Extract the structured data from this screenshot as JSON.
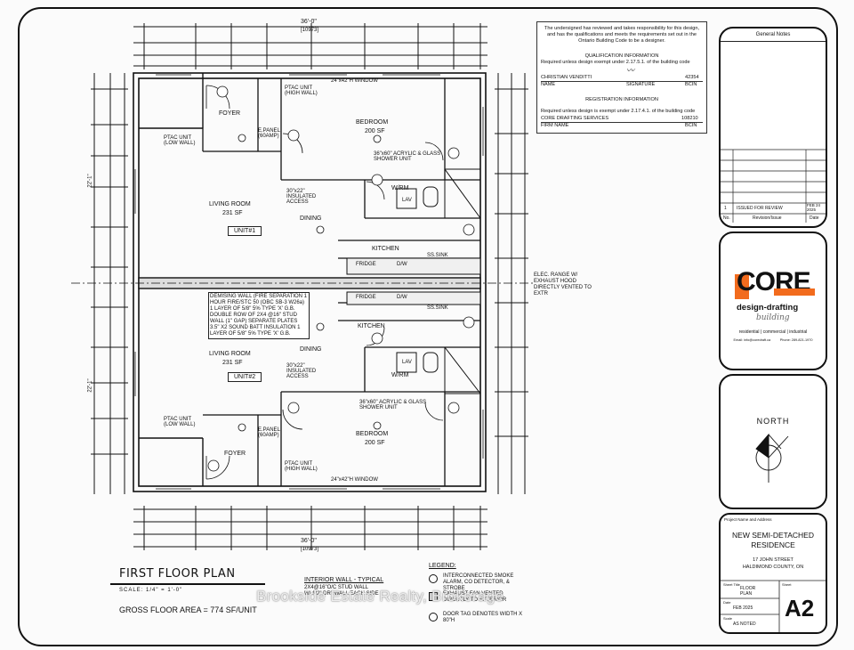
{
  "designer": {
    "statement": "The undersigned has reviewed and takes responsibility for this design, and has the qualifications and meets the requirements set out in the Ontario Building Code to be a designer.",
    "qualification_heading": "QUALIFICATION INFORMATION",
    "qualification_line": "Required unless design exempt under 2.17.5.1. of the building code",
    "name_value": "CHRISTIAN VENDITTI",
    "bcin_value": "42354",
    "name_label": "NAME",
    "signature_label": "SIGNATURE",
    "bcin_label": "BCIN",
    "registration_heading": "REGISTRATION INFORMATION",
    "registration_line": "Required unless design is exempt under 2.17.4.1. of the building code",
    "firm_value": "CORE DRAFTING SERVICES",
    "firm_bcin_value": "108210",
    "firm_label": "FIRM NAME",
    "firm_bcin_label": "BCIN"
  },
  "title_block": {
    "general_notes": "General Notes",
    "revision_no": "1",
    "revision_text": "ISSUED FOR REVIEW",
    "revision_date": "FEB 24 2025",
    "col_no": "No.",
    "col_revision": "Revision/Issue",
    "col_date": "Date",
    "logo_main": "CORE",
    "logo_sub": "design-drafting",
    "logo_building": "building",
    "logo_tags": "residential | commercial | industrial",
    "logo_contact": "Email: info@coredraft.ca          Phone: 289-821-1970",
    "north_label": "NORTH",
    "project_label": "Project Name and Address",
    "project_name": "NEW SEMI-DETACHED RESIDENCE",
    "street": "17 JOHN STREET",
    "city": "HALDIMOND COUNTY, ON",
    "sheet_title_label": "Sheet Title",
    "sheet_title": "FLOOR PLAN",
    "sheet_label": "Sheet",
    "sheet_number": "A2",
    "date_label": "Date",
    "date_value": "FEB 2025",
    "scale_label": "Scale",
    "scale_value": "AS NOTED"
  },
  "plan": {
    "title": "FIRST FLOOR PLAN",
    "scale": "SCALE: 1/4\" = 1'-0\"",
    "gross_area": "GROSS FLOOR AREA = 774 SF/UNIT",
    "overall_width": "36'-0\"",
    "overall_width_mm": "[10973]",
    "half_depth": "22'-1\"",
    "unit1": {
      "living": "LIVING ROOM",
      "living_sf": "231 SF",
      "unit": "UNIT#1",
      "dining": "DINING",
      "kitchen": "KITCHEN",
      "bedroom": "BEDROOM",
      "bedroom_sf": "200 SF",
      "foyer": "FOYER",
      "wr": "W/RM",
      "shower": "36\"x60\" ACRYLIC & GLASS SHOWER UNIT",
      "ptac": "PTAC UNIT (LOW WALL)",
      "ptac_high": "PTAC UNIT (HIGH WALL)",
      "epanel": "E.PANEL (60AMP)",
      "attic": "30\"x22\" INSULATED ACCESS",
      "window": "24\"x42\"H WINDOW",
      "fridge": "FRIDGE",
      "dw": "D/W",
      "sink": "SS.SINK",
      "lav": "LAV"
    },
    "unit2": {
      "living": "LIVING ROOM",
      "living_sf": "231 SF",
      "unit": "UNIT#2",
      "dining": "DINING",
      "kitchen": "KITCHEN",
      "bedroom": "BEDROOM",
      "bedroom_sf": "200 SF",
      "foyer": "FOYER",
      "wr": "W/RM",
      "shower": "36\"x60\" ACRYLIC & GLASS SHOWER UNIT",
      "ptac": "PTAC UNIT (LOW WALL)",
      "ptac_high": "PTAC UNIT (HIGH WALL)",
      "epanel": "E.PANEL (60AMP)",
      "attic": "30\"x22\" INSULATED ACCESS",
      "window": "24\"x42\"H WINDOW",
      "fridge": "FRIDGE",
      "dw": "D/W",
      "sink": "SS.SINK",
      "lav": "LAV"
    },
    "demising_note": "DEMISING WALL (FIRE SEPARATION 1 HOUR FIRE/STC 50 (OBC SB-3 W26a) 1 LAYER OF 5/8\" 5% TYPE 'X' G.B. DOUBLE ROW OF 2X4 @16\" STUD WALL (1\" GAP) SEPARATE PLATES 3.5\" X2 SOUND BATT INSULATION 1 LAYER OF 5/8\" 5% TYPE 'X' G.B.",
    "range_note": "ELEC. RANGE W/ EXHAUST HOOD DIRECTLY VENTED TO EXTR",
    "interior_wall_title": "INTERIOR WALL - TYPICAL",
    "interior_wall_1": "2X4@16\"O/C STUD WALL",
    "interior_wall_2": "W/ 1/2\" DRYWALL EACH SIDE"
  },
  "legend": {
    "title": "LEGEND:",
    "item1": "INTERCONNECTED SMOKE ALARM, CO DETECTOR, & STROBE",
    "item2": "EXHAUST FAN VENTED DIRECTLY TO EXTERIOR",
    "item3": "DOOR TAG DENOTES WIDTH X 80\"H"
  },
  "watermark": "Brookside Estate Realty, Brokerage"
}
